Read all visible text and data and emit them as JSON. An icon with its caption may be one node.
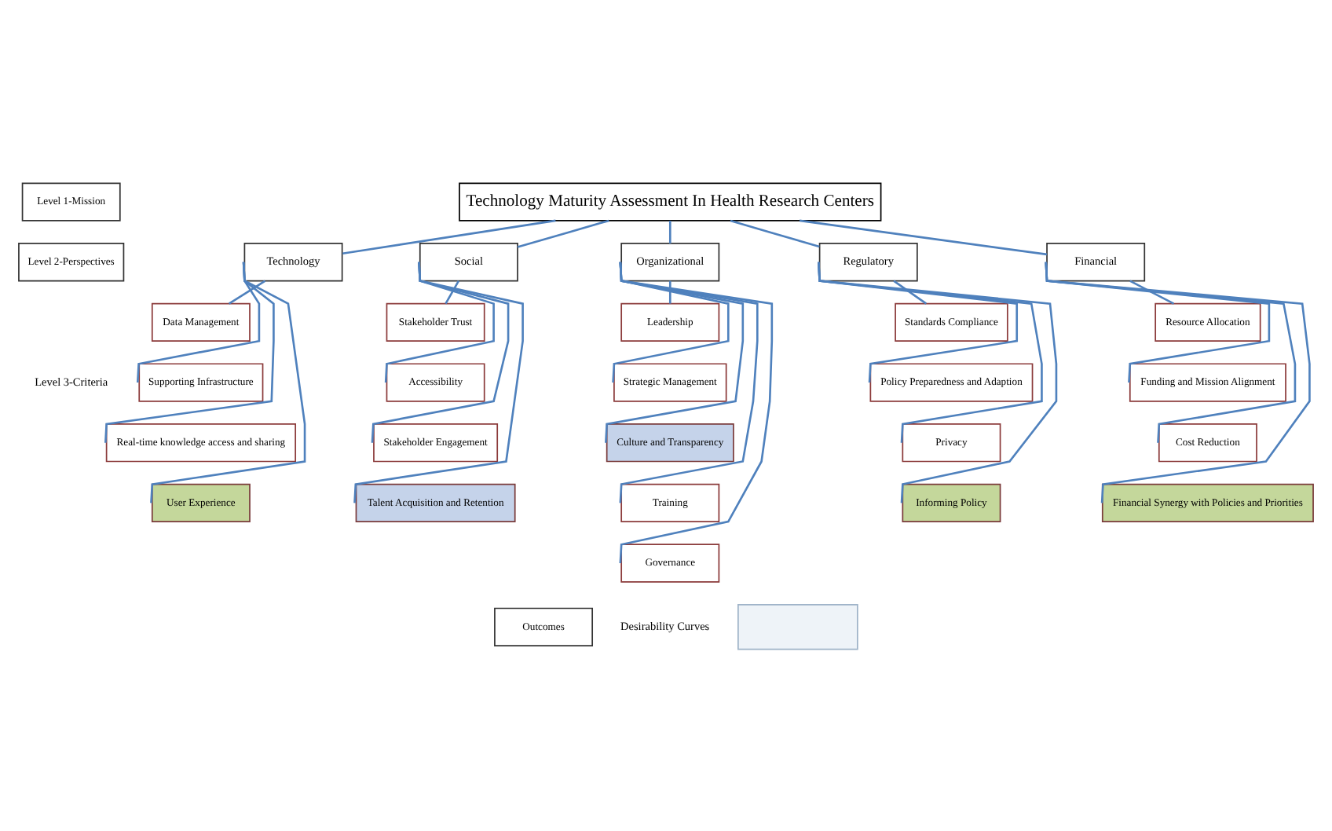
{
  "diagram": {
    "nodes": [
      {
        "text": [
          "Level 1-Mission"
        ]
      },
      {
        "text": [
          "Technology Maturity Assessment In Health Research Centers"
        ]
      },
      {
        "text": [
          "Level 2-Perspectives"
        ]
      },
      {
        "text": [
          "Technology"
        ]
      },
      {
        "text": [
          "Social"
        ]
      },
      {
        "text": [
          "Organizational"
        ]
      },
      {
        "text": [
          "Regulatory"
        ]
      },
      {
        "text": [
          "Financial"
        ]
      },
      {
        "text": [
          "Data Management"
        ]
      },
      {
        "text": [
          "Supporting Infrastructure"
        ]
      },
      {
        "text": [
          "Real-time knowledge access and sharing"
        ]
      },
      {
        "text": [
          "User Experience"
        ]
      },
      {
        "text": [
          "Stakeholder Trust"
        ]
      },
      {
        "text": [
          "Accessibility"
        ]
      },
      {
        "text": [
          "Stakeholder Engagement"
        ]
      },
      {
        "text": [
          "Talent Acquisition and Retention"
        ]
      },
      {
        "text": [
          "Leadership"
        ]
      },
      {
        "text": [
          "Strategic Management"
        ]
      },
      {
        "text": [
          "Culture and Transparency"
        ]
      },
      {
        "text": [
          "Training"
        ]
      },
      {
        "text": [
          "Governance"
        ]
      },
      {
        "text": [
          "Standards Compliance"
        ]
      },
      {
        "text": [
          "Policy Preparedness and Adaption"
        ]
      },
      {
        "text": [
          "Privacy"
        ]
      },
      {
        "text": [
          "Informing Policy"
        ]
      },
      {
        "text": [
          "Resource Allocation"
        ]
      },
      {
        "text": [
          "Funding and Mission Alignment"
        ]
      },
      {
        "text": [
          "Cost Reduction"
        ]
      },
      {
        "text": [
          "Financial Synergy with Policies and Priorities"
        ]
      },
      {
        "text": [
          "Outcomes"
        ]
      },
      {
        "text": [],
        "shape": "box",
        "beside": [
          "Desirability Curves"
        ]
      }
    ],
    "edges": [
      {
        "from": 1,
        "to": 3,
        "arrow": "none"
      },
      {
        "from": 1,
        "to": 4,
        "arrow": "none"
      },
      {
        "from": 1,
        "to": 5,
        "arrow": "none"
      },
      {
        "from": 1,
        "to": 6,
        "arrow": "none"
      },
      {
        "from": 1,
        "to": 7,
        "arrow": "none"
      },
      {
        "from": 3,
        "to": 8,
        "arrow": "none"
      },
      {
        "from": 3,
        "to": 9,
        "arrow": "none"
      },
      {
        "from": 3,
        "to": 10,
        "arrow": "none"
      },
      {
        "from": 3,
        "to": 11,
        "arrow": "none"
      },
      {
        "from": 4,
        "to": 12,
        "arrow": "none"
      },
      {
        "from": 4,
        "to": 13,
        "arrow": "none"
      },
      {
        "from": 4,
        "to": 14,
        "arrow": "none"
      },
      {
        "from": 4,
        "to": 15,
        "arrow": "none"
      },
      {
        "from": 5,
        "to": 16,
        "arrow": "none"
      },
      {
        "from": 5,
        "to": 17,
        "arrow": "none"
      },
      {
        "from": 5,
        "to": 18,
        "arrow": "none"
      },
      {
        "from": 5,
        "to": 19,
        "arrow": "none"
      },
      {
        "from": 5,
        "to": 20,
        "arrow": "none"
      },
      {
        "from": 6,
        "to": 21,
        "arrow": "none"
      },
      {
        "from": 6,
        "to": 22,
        "arrow": "none"
      },
      {
        "from": 6,
        "to": 23,
        "arrow": "none"
      },
      {
        "from": 6,
        "to": 24,
        "arrow": "none"
      },
      {
        "from": 7,
        "to": 25,
        "arrow": "none"
      },
      {
        "from": 7,
        "to": 26,
        "arrow": "none"
      },
      {
        "from": 7,
        "to": 27,
        "arrow": "none"
      },
      {
        "from": 7,
        "to": 28,
        "arrow": "none"
      }
    ],
    "labels": [
      "Level 3-Criteria"
    ]
  }
}
